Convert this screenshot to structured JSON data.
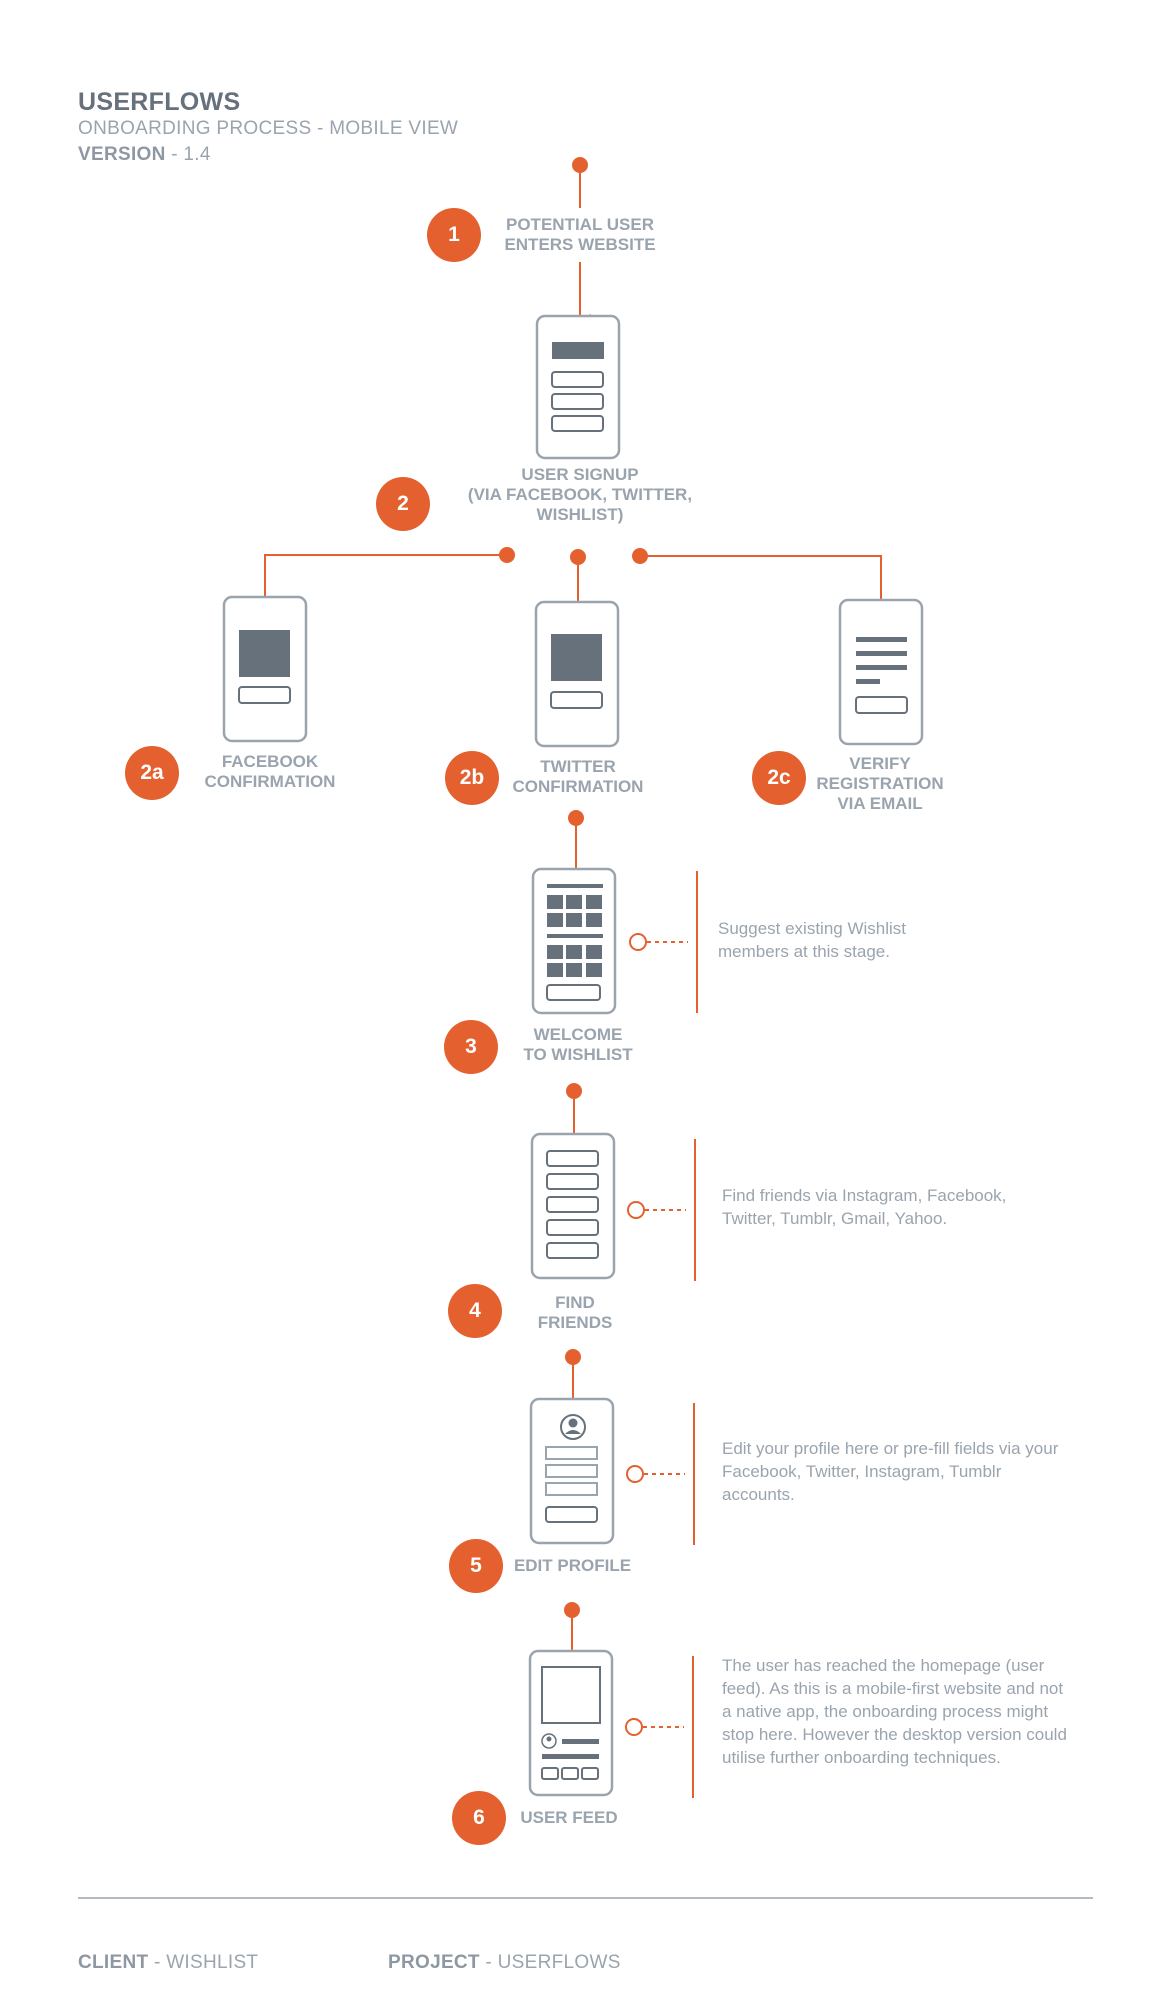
{
  "header": {
    "title": "USERFLOWS",
    "subtitle": "ONBOARDING PROCESS - MOBILE VIEW",
    "version_label": "VERSION",
    "version_value": " - 1.4"
  },
  "steps": {
    "s1": {
      "badge": "1",
      "label": "POTENTIAL USER\nENTERS WEBSITE"
    },
    "s2": {
      "badge": "2",
      "label": "USER SIGNUP\n(VIA FACEBOOK, TWITTER,\nWISHLIST)"
    },
    "s2a": {
      "badge": "2a",
      "label": "FACEBOOK\nCONFIRMATION"
    },
    "s2b": {
      "badge": "2b",
      "label": "TWITTER\nCONFIRMATION"
    },
    "s2c": {
      "badge": "2c",
      "label": "VERIFY\nREGISTRATION\nVIA EMAIL"
    },
    "s3": {
      "badge": "3",
      "label": "WELCOME\nTO WISHLIST",
      "note": "Suggest existing Wishlist members at this stage."
    },
    "s4": {
      "badge": "4",
      "label": "FIND\nFRIENDS",
      "note": "Find friends via Instagram, Facebook, Twitter, Tumblr, Gmail, Yahoo."
    },
    "s5": {
      "badge": "5",
      "label": "EDIT PROFILE",
      "note": "Edit your profile here or pre-fill fields via your Facebook, Twitter, Instagram, Tumblr accounts."
    },
    "s6": {
      "badge": "6",
      "label": "USER FEED",
      "note": "The user has reached the homepage (user feed). As this is a mobile-first website and not a native app, the onboarding process might stop here. However the desktop version could utilise further onboarding techniques."
    }
  },
  "footer": {
    "client_label": "CLIENT",
    "client_value": " - WISHLIST",
    "project_label": "PROJECT",
    "project_value": " - USERFLOWS"
  },
  "colors": {
    "accent": "#e4612f",
    "text": "#9aa4ae",
    "heading": "#66717c",
    "phone_outline": "#9aa4ae",
    "fill_dark": "#66717c"
  }
}
